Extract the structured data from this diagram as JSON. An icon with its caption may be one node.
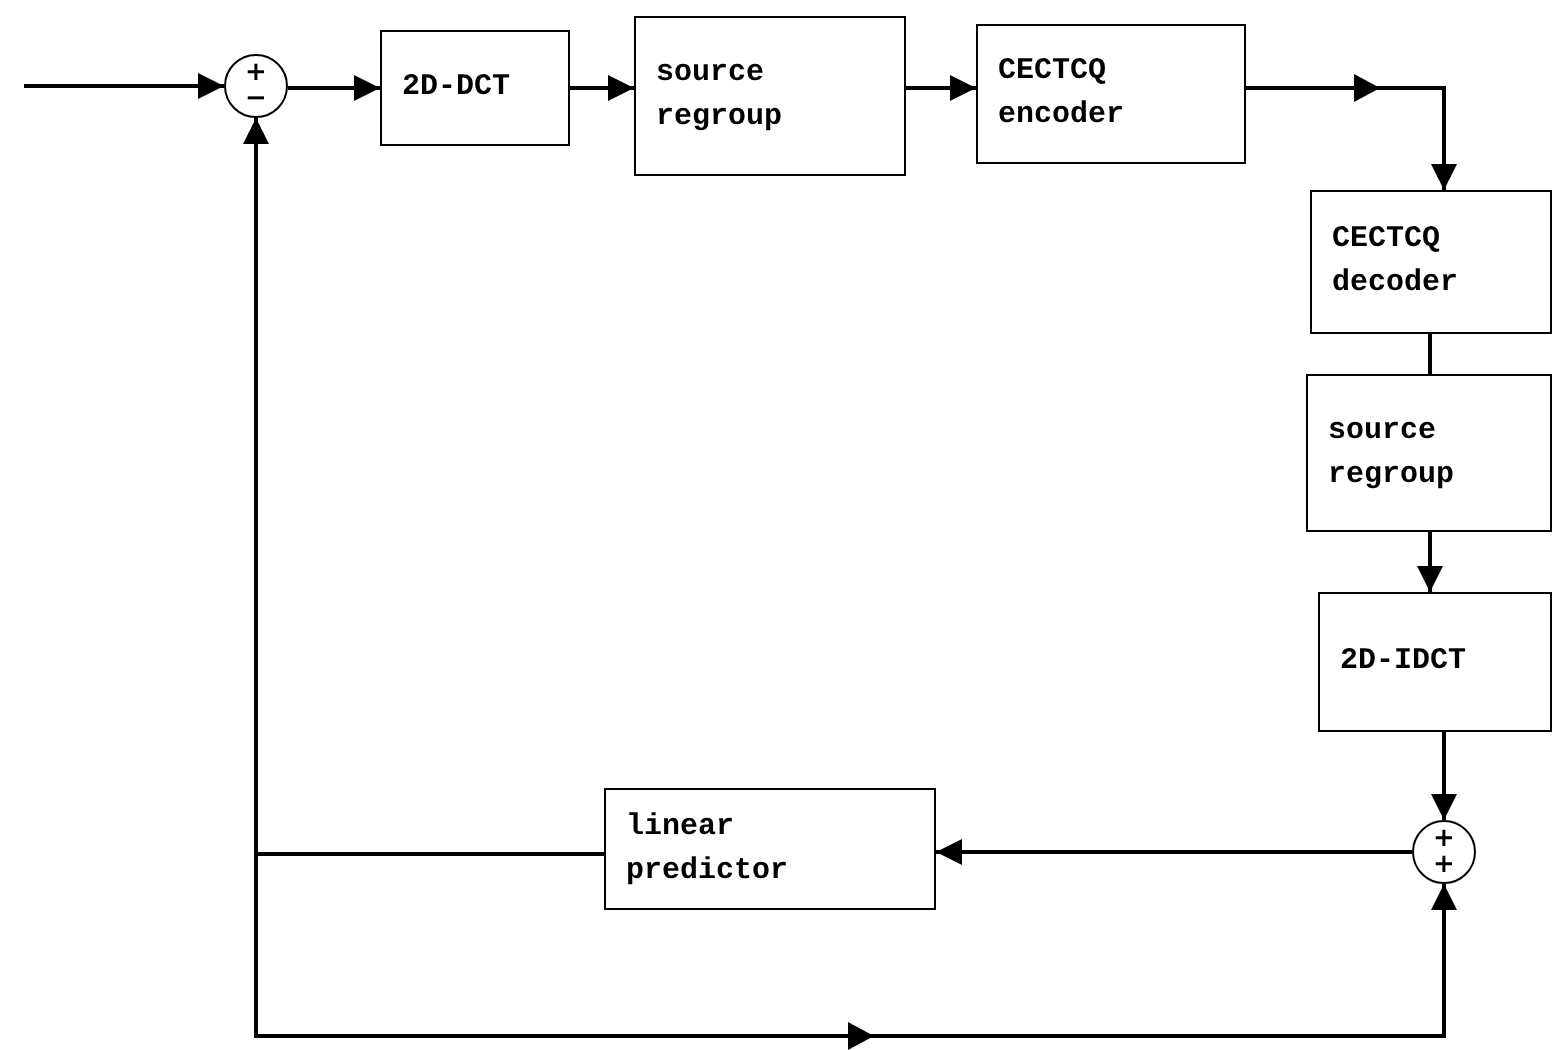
{
  "diagram": {
    "nodes": [
      {
        "text": [
          "+",
          "−"
        ]
      },
      {
        "text": [
          "2D-DCT"
        ]
      },
      {
        "text": [
          "source regroup"
        ]
      },
      {
        "text": [
          "CECTCQ encoder"
        ]
      },
      {
        "text": [
          "CECTCQ decoder"
        ]
      },
      {
        "text": [
          "source regroup"
        ]
      },
      {
        "text": [
          "2D-IDCT"
        ]
      },
      {
        "text": [
          "+",
          "+"
        ]
      },
      {
        "text": [
          "linear predictor"
        ]
      }
    ],
    "edges": [
      {
        "from": null,
        "to": 0,
        "arrow": "to"
      },
      {
        "from": 0,
        "to": 1,
        "arrow": "to"
      },
      {
        "from": 1,
        "to": 2,
        "arrow": "to"
      },
      {
        "from": 2,
        "to": 3,
        "arrow": "to"
      },
      {
        "from": 3,
        "to": 4,
        "arrow": "to"
      },
      {
        "from": 4,
        "to": 5,
        "arrow": "none"
      },
      {
        "from": 5,
        "to": 6,
        "arrow": "to"
      },
      {
        "from": 6,
        "to": 7,
        "arrow": "to"
      },
      {
        "from": 7,
        "to": 8,
        "arrow": "to"
      },
      {
        "from": 8,
        "to": 0,
        "arrow": "to"
      },
      {
        "from": 8,
        "to": 7,
        "arrow": "to"
      }
    ]
  }
}
